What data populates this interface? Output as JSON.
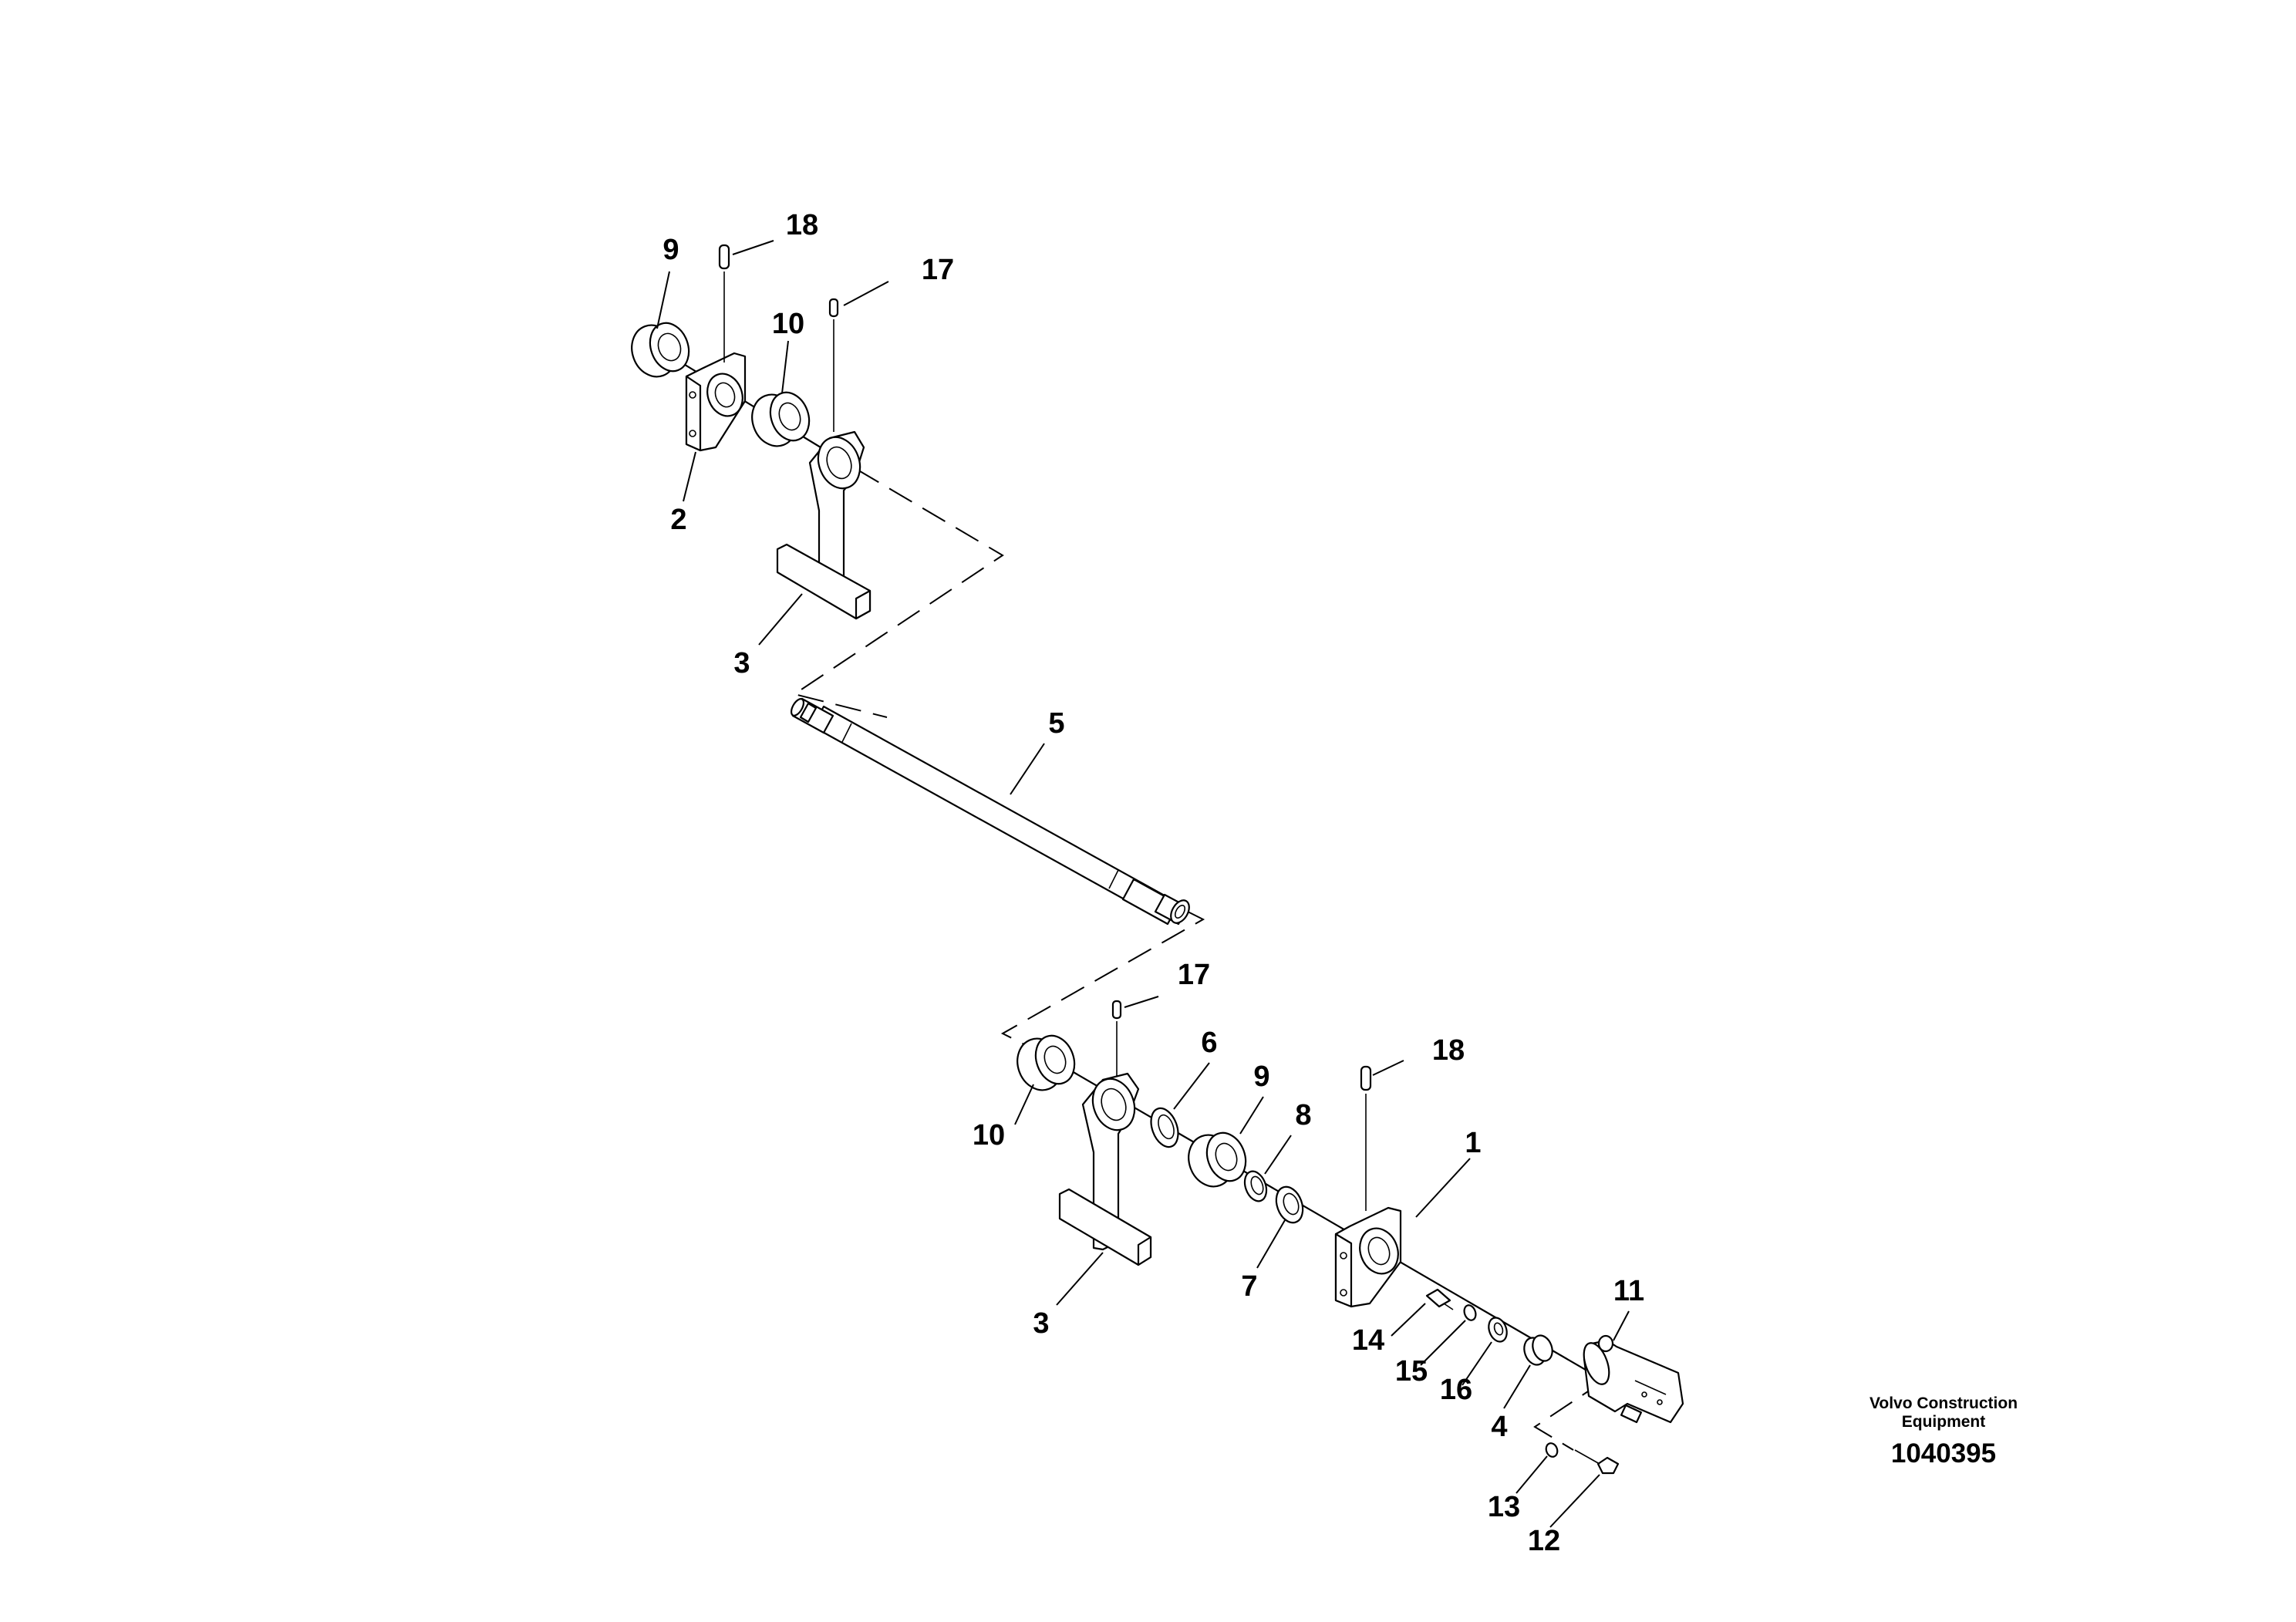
{
  "diagram": {
    "callouts": {
      "c1": "1",
      "c2": "2",
      "c3a": "3",
      "c3b": "3",
      "c4": "4",
      "c5": "5",
      "c6": "6",
      "c7": "7",
      "c8": "8",
      "c9a": "9",
      "c9b": "9",
      "c10a": "10",
      "c10b": "10",
      "c11": "11",
      "c12": "12",
      "c13": "13",
      "c14": "14",
      "c15": "15",
      "c16": "16",
      "c17a": "17",
      "c17b": "17",
      "c18a": "18",
      "c18b": "18"
    },
    "credit_line1": "Volvo Construction",
    "credit_line2": "Equipment",
    "doc_number": "1040395"
  }
}
